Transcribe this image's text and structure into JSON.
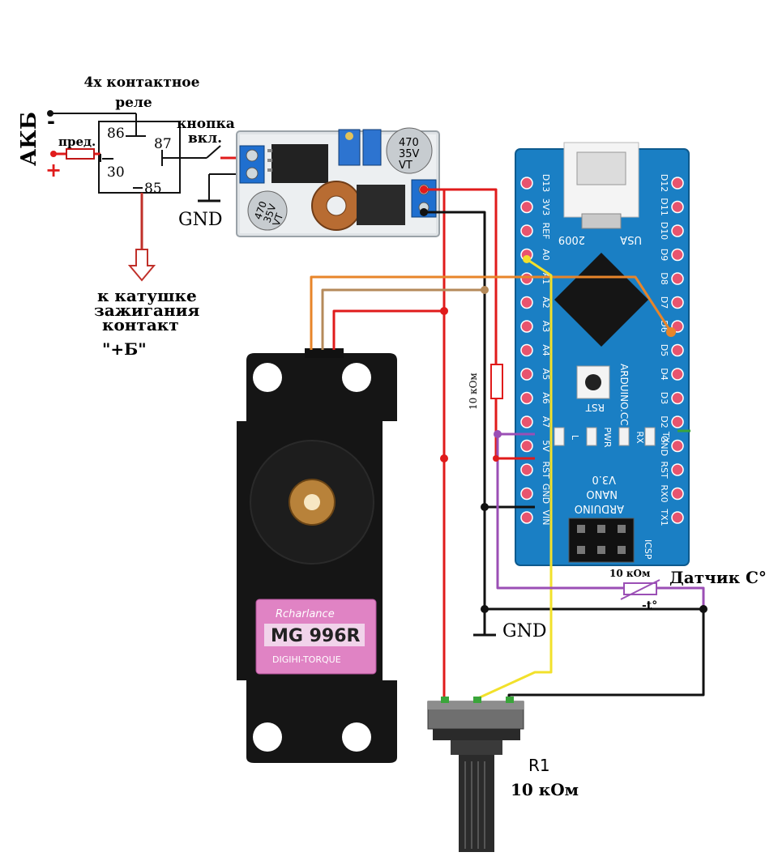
{
  "relay": {
    "title_line1": "4х контактное",
    "title_line2": "реле",
    "pin_86": "86",
    "pin_87": "87",
    "pin_30": "30",
    "pin_85": "85",
    "fuse_label": "пред."
  },
  "battery": {
    "label": "АКБ",
    "minus": "-",
    "plus": "+"
  },
  "button": {
    "line1": "кнопка",
    "line2": "вкл."
  },
  "gnd_labels": {
    "top": "GND",
    "bottom": "GND"
  },
  "coil": {
    "line1": "к катушке",
    "line2": "зажигания",
    "line3": "контакт",
    "line4": "\"+Б\""
  },
  "dcdc": {
    "cap1": [
      "470",
      "35V",
      "VT"
    ],
    "cap2": [
      "470",
      "35V",
      "VT"
    ]
  },
  "arduino": {
    "left_pins": [
      "D13",
      "3V3",
      "REF",
      "A0",
      "A1",
      "A2",
      "A3",
      "A4",
      "A5",
      "A6",
      "A7",
      "5V",
      "RST",
      "GND",
      "VIN"
    ],
    "right_pins": [
      "D12",
      "D11",
      "D10",
      "D9",
      "D8",
      "D7",
      "D6",
      "D5",
      "D4",
      "D3",
      "D2",
      "GND",
      "RST",
      "RX0",
      "TX1"
    ],
    "year": "2009",
    "usa": "USA",
    "rst": "RST",
    "brand": "ARDUINO.CC",
    "leds": [
      "L",
      "PWR",
      "RX",
      "TX"
    ],
    "name": [
      "ARDUINO",
      "NANO",
      "V3.0"
    ],
    "icsp": "ICSP"
  },
  "resistor": {
    "label": "10 кОм"
  },
  "sensor": {
    "title": "Датчик С°",
    "value": "10 кОм",
    "symbol": "-t°"
  },
  "servo": {
    "brand": "Rcharlance",
    "model": "MG 996R",
    "subtitle": "DIGIHI-TORQUE"
  },
  "pot": {
    "name": "R1",
    "value": "10 кОм"
  },
  "colors": {
    "red": "#e01b1b",
    "black": "#111111",
    "orange": "#e8852a",
    "tan": "#c8a070",
    "yellow": "#f2e12b",
    "purple": "#9b4fb5",
    "green": "#3aa53a",
    "board_blue": "#1a7fc4",
    "pin_pink": "#e8546e"
  }
}
